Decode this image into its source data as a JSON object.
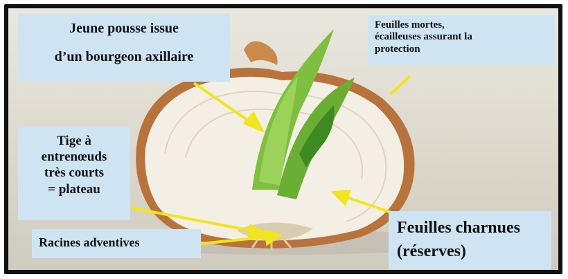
{
  "labels": {
    "jeune_pousse": [
      "Jeune pousse issue",
      "d’un bourgeon axillaire"
    ],
    "feuilles_mortes": [
      "Feuilles mortes,",
      "écailleuses assurant la",
      "protection"
    ],
    "tige": [
      "Tige à",
      "entrenœuds",
      "très courts",
      "= plateau"
    ],
    "racines": "Racines adventives",
    "feuilles_charnues": [
      "Feuilles charnues",
      "(réserves)"
    ]
  },
  "colors": {
    "label_background": "#cfe4f3",
    "arrow": "#f2e51d",
    "frame": "#111111"
  }
}
